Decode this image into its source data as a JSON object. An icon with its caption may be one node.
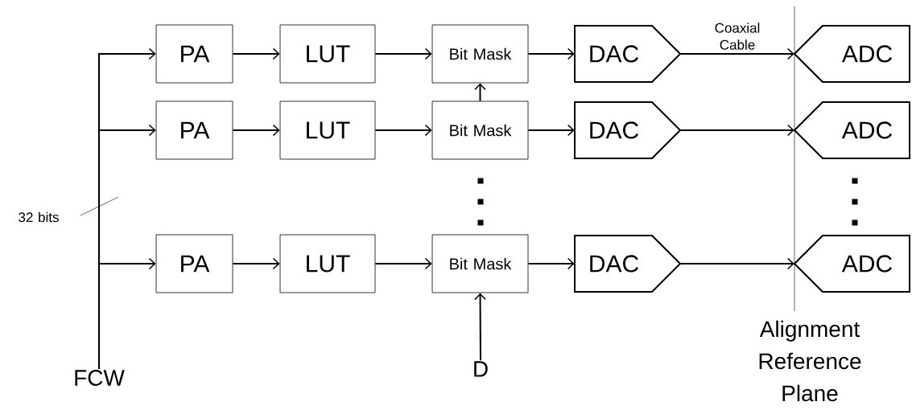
{
  "diagram": {
    "nodes": [
      {
        "text": [
          "FCW"
        ]
      },
      {
        "text": [
          "PA"
        ]
      },
      {
        "text": [
          "LUT"
        ]
      },
      {
        "text": [
          "Bit Mask"
        ]
      },
      {
        "text": [
          "DAC"
        ]
      },
      {
        "text": [
          "ADC"
        ]
      },
      {
        "text": [
          "PA"
        ]
      },
      {
        "text": [
          "LUT"
        ]
      },
      {
        "text": [
          "Bit Mask"
        ]
      },
      {
        "text": [
          "DAC"
        ]
      },
      {
        "text": [
          "ADC"
        ]
      },
      {
        "text": [
          "PA"
        ]
      },
      {
        "text": [
          "LUT"
        ]
      },
      {
        "text": [
          "Bit Mask"
        ]
      },
      {
        "text": [
          "DAC"
        ]
      },
      {
        "text": [
          "ADC"
        ]
      },
      {
        "text": [
          "D"
        ]
      }
    ],
    "edges": [
      {
        "from": 0,
        "to": 1,
        "arrow": "to"
      },
      {
        "from": 0,
        "to": 6,
        "arrow": "to"
      },
      {
        "from": 0,
        "to": 11,
        "arrow": "to"
      },
      {
        "from": 1,
        "to": 2,
        "arrow": "to"
      },
      {
        "from": 2,
        "to": 3,
        "arrow": "to"
      },
      {
        "from": 3,
        "to": 4,
        "arrow": "to"
      },
      {
        "from": 4,
        "to": 5,
        "arrow": "to",
        "label": "Coaxial Cable"
      },
      {
        "from": 6,
        "to": 7,
        "arrow": "to"
      },
      {
        "from": 7,
        "to": 8,
        "arrow": "to"
      },
      {
        "from": 8,
        "to": 9,
        "arrow": "to"
      },
      {
        "from": 9,
        "to": 10,
        "arrow": "to"
      },
      {
        "from": 11,
        "to": 12,
        "arrow": "to"
      },
      {
        "from": 12,
        "to": 13,
        "arrow": "to"
      },
      {
        "from": 13,
        "to": 14,
        "arrow": "to"
      },
      {
        "from": 14,
        "to": 15,
        "arrow": "to"
      },
      {
        "from": 8,
        "to": 3,
        "arrow": "to"
      },
      {
        "from": 16,
        "to": 13,
        "arrow": "to"
      }
    ],
    "labels": [
      "32 bits",
      "Alignment Reference Plane"
    ]
  }
}
